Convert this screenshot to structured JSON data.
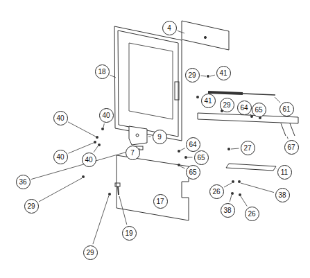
{
  "diagram": {
    "labels": [
      "4",
      "18",
      "29",
      "41",
      "41",
      "29",
      "64",
      "65",
      "61",
      "40",
      "40",
      "9",
      "64",
      "40",
      "40",
      "7",
      "65",
      "27",
      "67",
      "36",
      "65",
      "11",
      "29",
      "26",
      "38",
      "38",
      "26",
      "19",
      "17",
      "29"
    ]
  }
}
